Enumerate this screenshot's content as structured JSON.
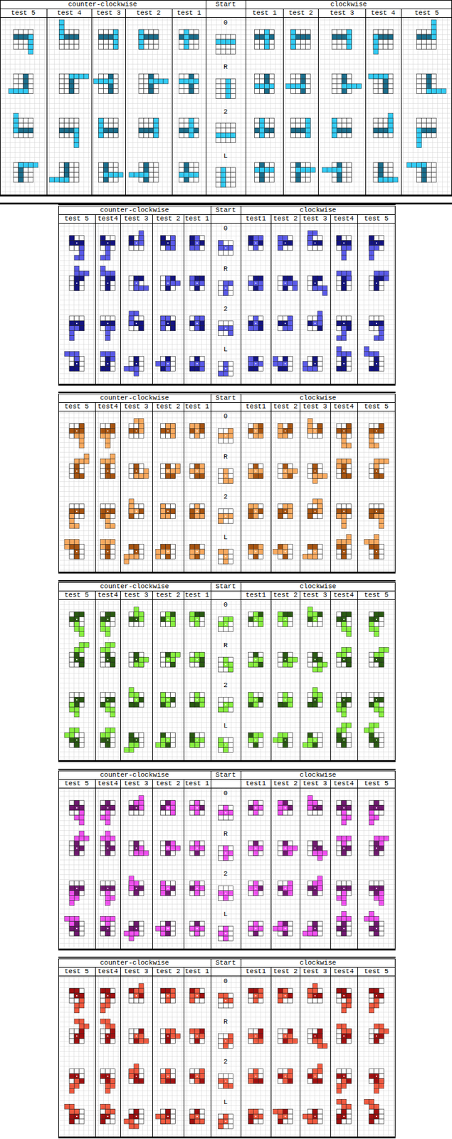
{
  "diagram": {
    "labels": [
      "counter-clockwise",
      "Start",
      "clockwise",
      "test 5",
      "test 4",
      "test 3",
      "test 2",
      "test 1",
      "test 1",
      "test 2",
      "test 3",
      "test 4",
      "test 5",
      "0",
      "R",
      "2",
      "L",
      "counter-clockwise",
      "Start",
      "clockwise",
      "test 5",
      "test4",
      "test 3",
      "test 2",
      "test 1",
      "test1",
      "test 2",
      "test 3",
      "test4",
      "test 5",
      "0",
      "R",
      "2",
      "L",
      "counter-clockwise",
      "Start",
      "clockwise",
      "test 5",
      "test4",
      "test 3",
      "test 2",
      "test 1",
      "test1",
      "test 2",
      "test 3",
      "test4",
      "test 5",
      "0",
      "R",
      "2",
      "L",
      "counter-clockwise",
      "Start",
      "clockwise",
      "test 5",
      "test4",
      "test 3",
      "test 2",
      "test 1",
      "test1",
      "test 2",
      "test 3",
      "test4",
      "test 5",
      "0",
      "R",
      "2",
      "L",
      "counter-clockwise",
      "Start",
      "clockwise",
      "test 5",
      "test4",
      "test 3",
      "test 2",
      "test 1",
      "test1",
      "test 2",
      "test 3",
      "test4",
      "test 5",
      "0",
      "R",
      "2",
      "L",
      "counter-clockwise",
      "Start",
      "clockwise",
      "test 5",
      "test4",
      "test 3",
      "test 2",
      "test 1",
      "test1",
      "test 2",
      "test 3",
      "test4",
      "test 5",
      "0",
      "R",
      "2",
      "L"
    ]
  }
}
